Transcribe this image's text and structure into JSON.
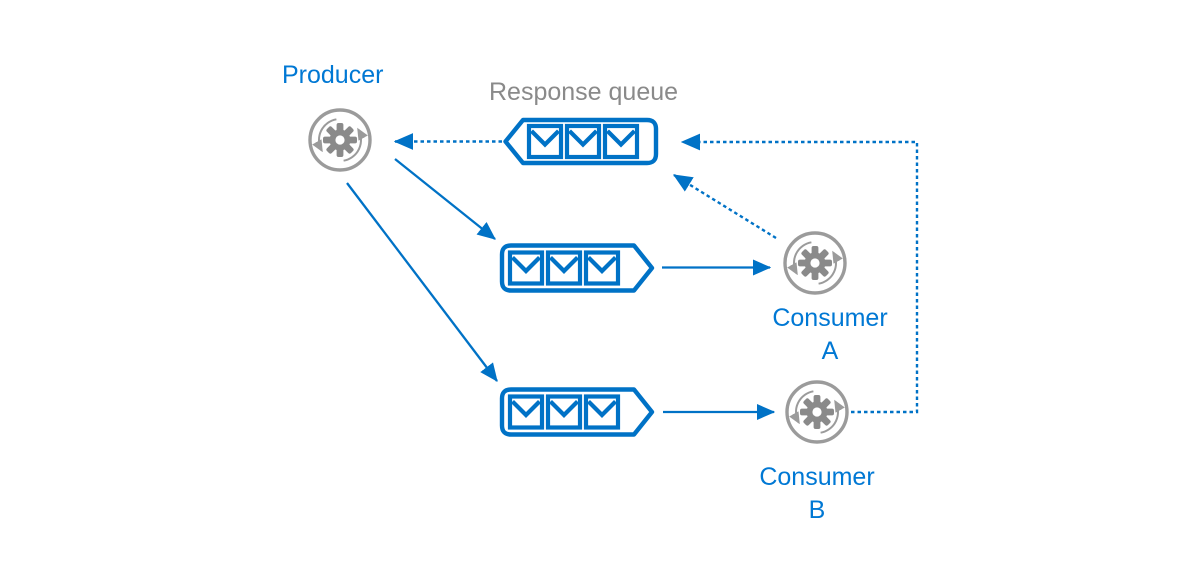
{
  "diagram": {
    "kind": "message-queue-competing-consumers-with-response-queue",
    "colors": {
      "shape_blue": "#0072c6",
      "label_blue": "#0078d4",
      "muted_label_gray": "#8a8a8a",
      "icon_gray": "#9b9b9b",
      "gear_gray": "#8a8a8a",
      "background": "#ffffff"
    },
    "nodes": {
      "producer": {
        "label": "Producer",
        "icon": "gear-process-icon"
      },
      "response_queue": {
        "label": "Response queue",
        "icon": "queue-left-pointing-icon",
        "messages": 3
      },
      "request_queue_a": {
        "icon": "queue-right-pointing-icon",
        "messages": 3
      },
      "request_queue_b": {
        "icon": "queue-right-pointing-icon",
        "messages": 3
      },
      "consumer_a": {
        "label_line1": "Consumer",
        "label_line2": "A",
        "icon": "gear-process-icon"
      },
      "consumer_b": {
        "label_line1": "Consumer",
        "label_line2": "B",
        "icon": "gear-process-icon"
      }
    },
    "edges": [
      {
        "from": "producer",
        "to": "request_queue_a",
        "style": "solid-arrow"
      },
      {
        "from": "producer",
        "to": "request_queue_b",
        "style": "solid-arrow"
      },
      {
        "from": "request_queue_a",
        "to": "consumer_a",
        "style": "solid-arrow"
      },
      {
        "from": "request_queue_b",
        "to": "consumer_b",
        "style": "solid-arrow"
      },
      {
        "from": "consumer_a",
        "to": "response_queue",
        "style": "dashed-arrow"
      },
      {
        "from": "consumer_b",
        "to": "response_queue",
        "style": "dashed-arrow"
      },
      {
        "from": "response_queue",
        "to": "producer",
        "style": "dashed-arrow"
      }
    ]
  }
}
